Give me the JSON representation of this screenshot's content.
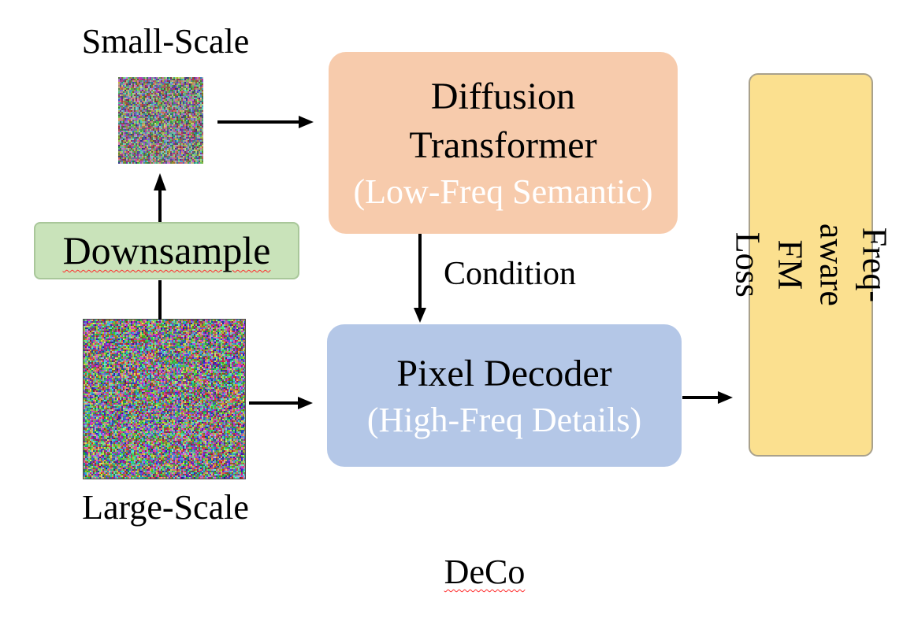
{
  "title": "DeCo",
  "labels": {
    "small_scale": "Small-Scale",
    "large_scale": "Large-Scale",
    "condition": "Condition"
  },
  "nodes": {
    "downsample": {
      "label": "Downsample",
      "fill": "#C9E3BA",
      "border": "#A9C79A"
    },
    "diffusion_transformer": {
      "title": "Diffusion\nTransformer",
      "subtitle": "(Low-Freq Semantic)",
      "fill": "#F7CBAC",
      "title_color": "#000000",
      "subtitle_color": "#FFFFFF"
    },
    "pixel_decoder": {
      "title": "Pixel Decoder",
      "subtitle": "(High-Freq Details)",
      "fill": "#B4C7E7",
      "title_color": "#000000",
      "subtitle_color": "#FFFFFF"
    },
    "fm_loss": {
      "label": "Freq-aware\nFM Loss",
      "fill": "#FBE08F",
      "border": "#A9A18C"
    }
  },
  "images": {
    "small_noise": "small-scale-noise",
    "large_noise": "large-scale-noise"
  },
  "misc": {
    "arrow_color": "#000000",
    "squiggle_color": "#FF2A2A",
    "background": "#FFFFFF"
  }
}
